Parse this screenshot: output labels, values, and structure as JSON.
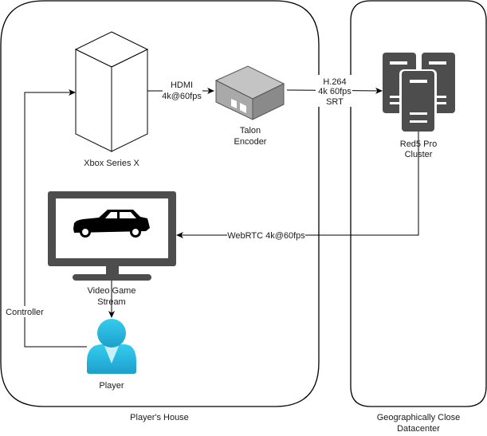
{
  "containers": {
    "house": {
      "label": "Player's House"
    },
    "datacenter": {
      "label_line1": "Geographically Close",
      "label_line2": "Datacenter"
    }
  },
  "nodes": {
    "xbox": {
      "label": "Xbox Series X",
      "icon": "console-cube-icon"
    },
    "encoder": {
      "label_line1": "Talon",
      "label_line2": "Encoder",
      "icon": "encoder-box-icon"
    },
    "cluster": {
      "label_line1": "Red5 Pro",
      "label_line2": "Cluster",
      "icon": "server-cluster-icon"
    },
    "monitor": {
      "label_line1": "Video Game",
      "label_line2": "Stream",
      "icon": "monitor-car-icon"
    },
    "player": {
      "label": "Player",
      "icon": "user-icon"
    }
  },
  "edges": {
    "hdmi": {
      "line1": "HDMI",
      "line2": "4k@60fps"
    },
    "srt": {
      "line1": "H.264",
      "line2": "4k 60fps",
      "line3": "SRT"
    },
    "webrtc": {
      "label": "WebRTC 4k@60fps"
    },
    "controller": {
      "label": "Controller"
    }
  },
  "colors": {
    "stroke": "#000000",
    "server_fill": "#4d4d4d",
    "monitor_fill": "#4d4d4d",
    "player_fill": "#2aa8d0",
    "player_head": "#31c6e8",
    "encoder_top": "#b8b8b8",
    "encoder_side": "#8a8a8a"
  }
}
